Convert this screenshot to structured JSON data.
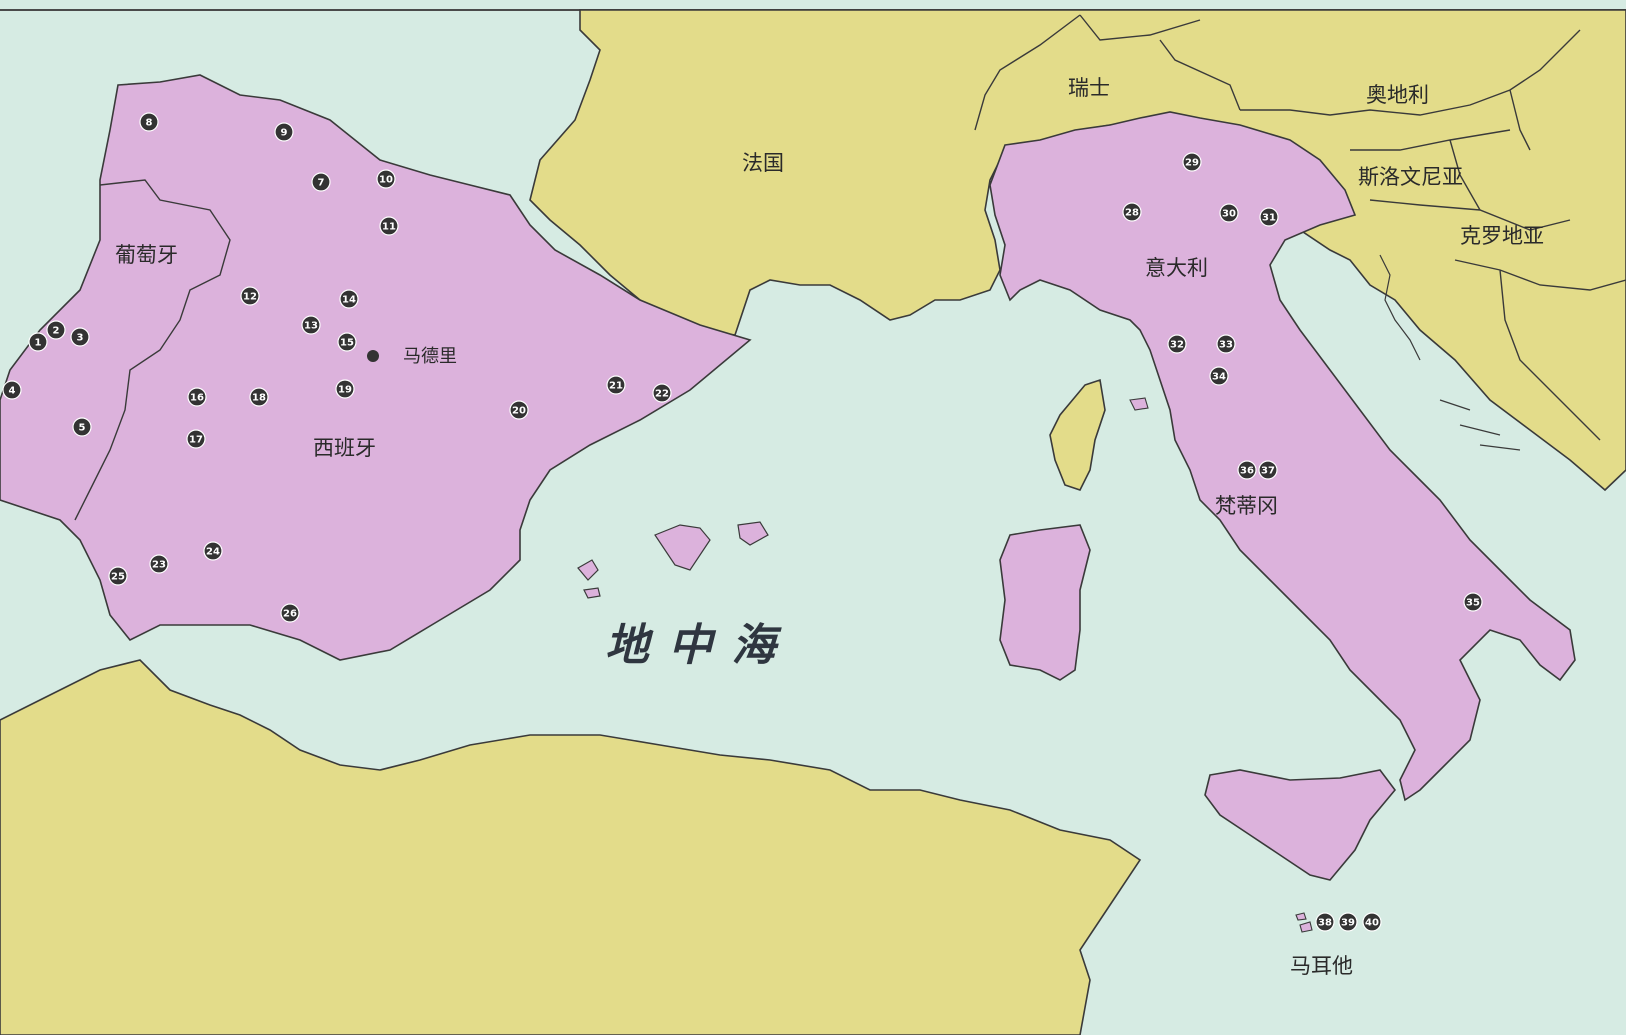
{
  "colors": {
    "sea": "#d6ebe3",
    "land": "#e3dc8a",
    "highlight": "#dcb2dc",
    "border": "#3a3a3a",
    "marker": "#333333"
  },
  "countries": {
    "portugal": "葡萄牙",
    "spain": "西班牙",
    "france": "法国",
    "switzerland": "瑞士",
    "austria": "奥地利",
    "slovenia": "斯洛文尼亚",
    "croatia": "克罗地亚",
    "italy": "意大利",
    "vatican": "梵蒂冈",
    "malta": "马耳他"
  },
  "sea": "地 中 海",
  "capital": "马德里",
  "sites": [
    "1",
    "2",
    "3",
    "4",
    "5",
    "7",
    "8",
    "9",
    "10",
    "11",
    "12",
    "13",
    "14",
    "15",
    "16",
    "17",
    "18",
    "19",
    "20",
    "21",
    "22",
    "23",
    "24",
    "25",
    "26",
    "28",
    "29",
    "30",
    "31",
    "32",
    "33",
    "34",
    "35",
    "36",
    "37",
    "38",
    "39",
    "40"
  ]
}
